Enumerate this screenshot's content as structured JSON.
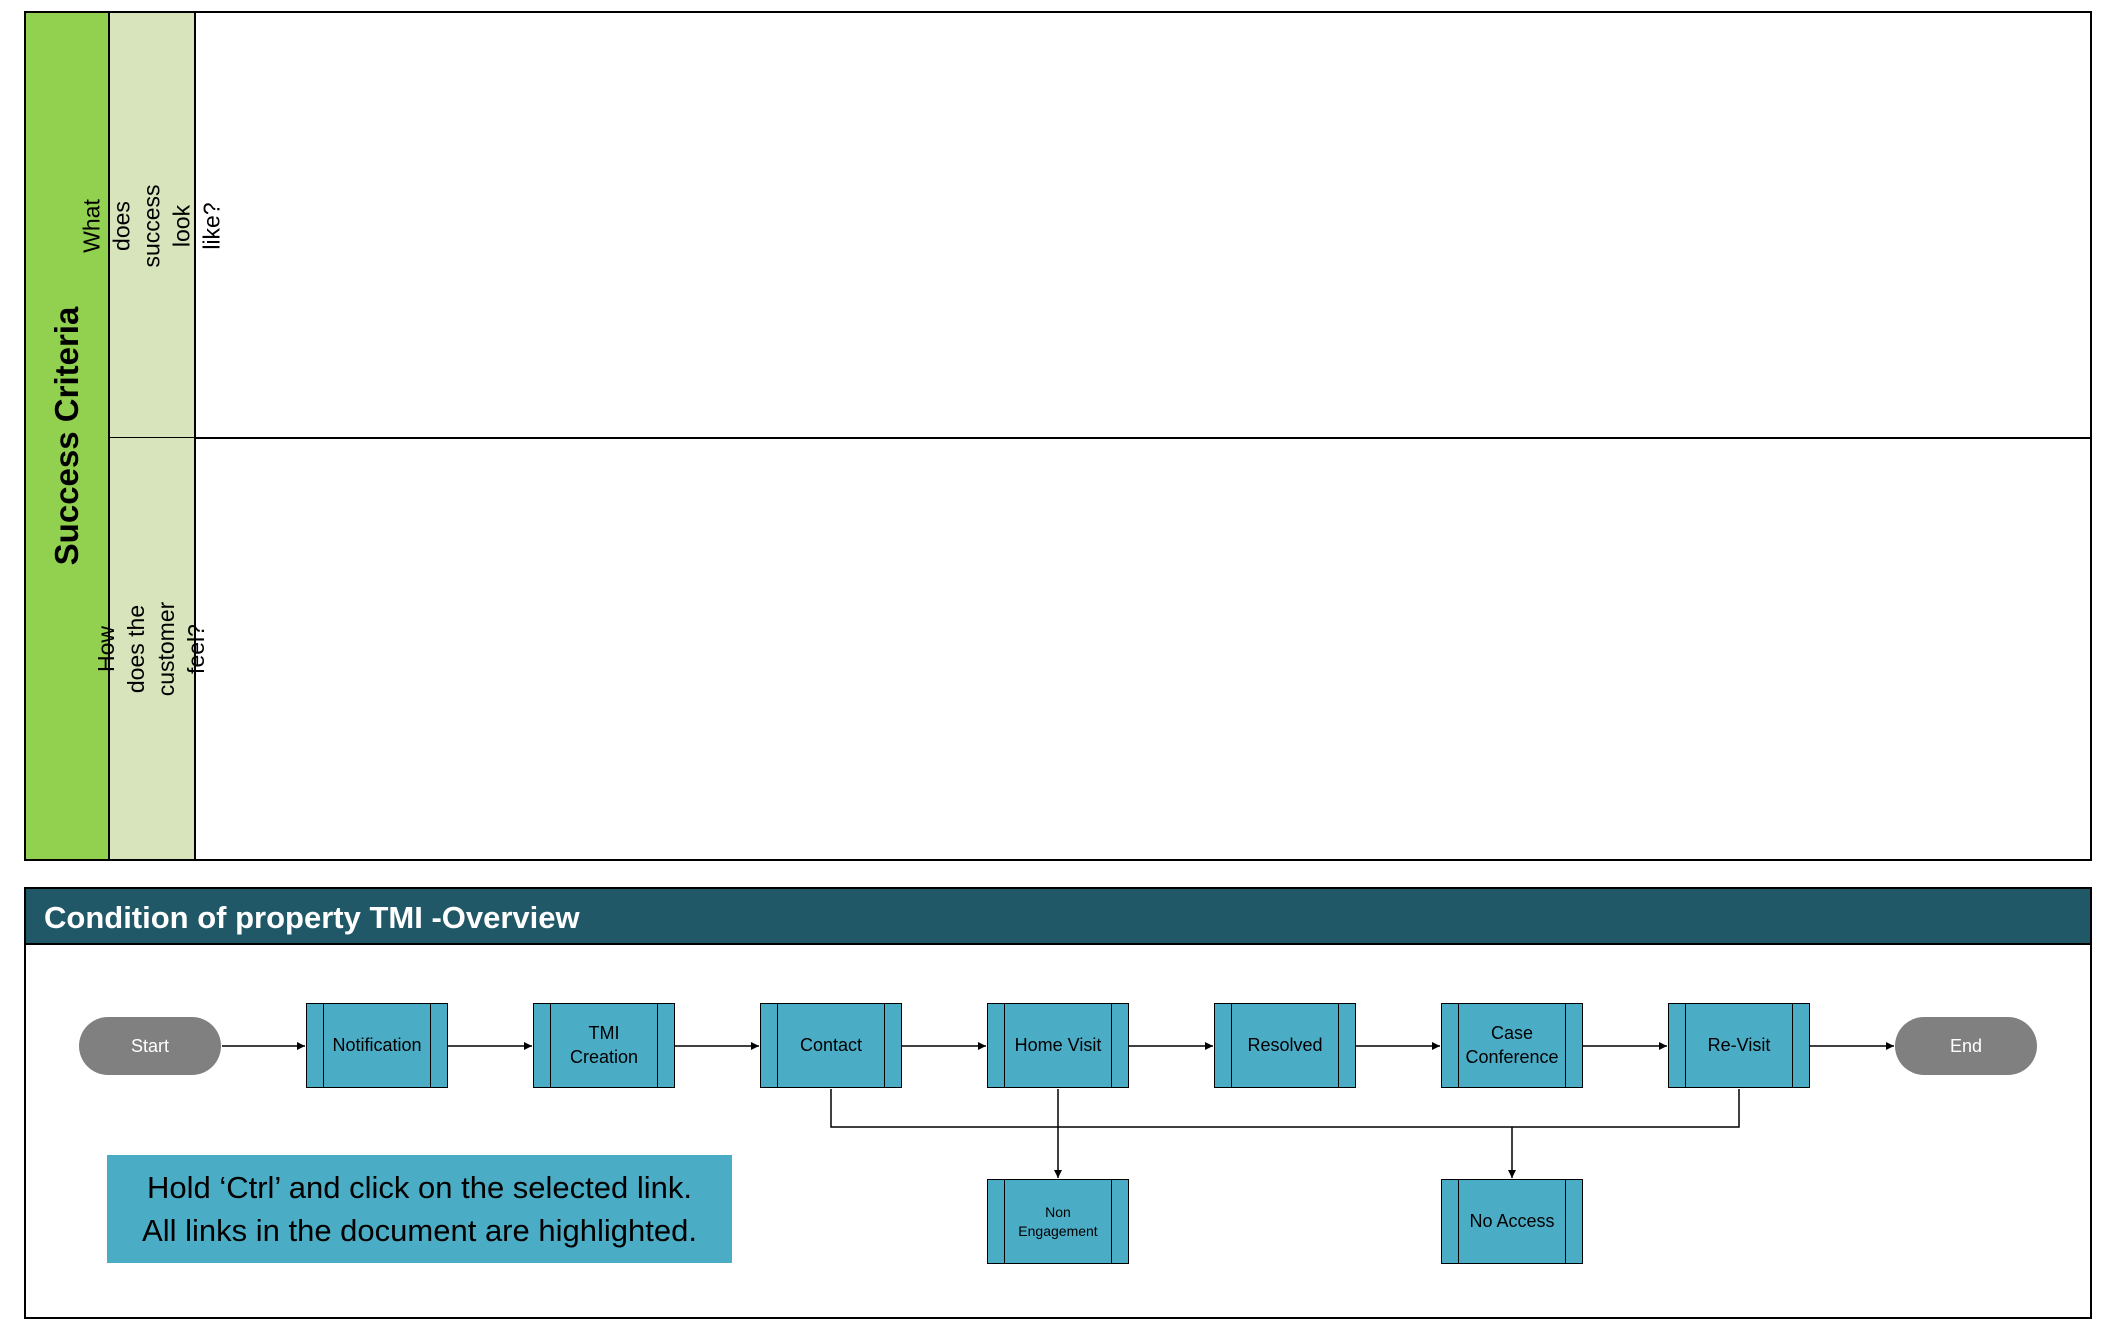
{
  "success_criteria": {
    "title": "Success Criteria",
    "rows": [
      {
        "question": "What does success\nlook like?",
        "answer": ""
      },
      {
        "question": "How does the\ncustomer feel?",
        "answer": ""
      }
    ]
  },
  "overview": {
    "title": "Condition of property TMI -Overview",
    "start_label": "Start",
    "end_label": "End",
    "steps": [
      "Notification",
      "TMI\nCreation",
      "Contact",
      "Home Visit",
      "Resolved",
      "Case\nConference",
      "Re-Visit"
    ],
    "branches": [
      "Non\nEngagement",
      "No Access"
    ],
    "note": "Hold ‘Ctrl’ and click on the selected link.\nAll links in the document are highlighted."
  },
  "colors": {
    "title_column": "#92d050",
    "question_column": "#d8e4bc",
    "header_bar": "#215868",
    "process_box": "#4bacc6",
    "terminal": "#808080"
  }
}
